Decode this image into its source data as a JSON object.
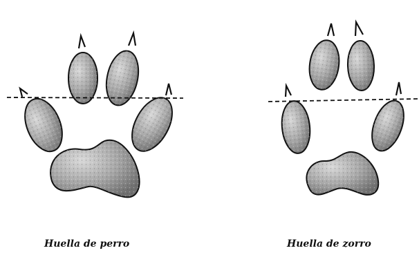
{
  "captions": {
    "dog": "Huella de perro",
    "fox": "Huella de zorro"
  },
  "colors": {
    "background": "#ffffff",
    "ink": "#111111",
    "pad_fill": "#8a8a8a",
    "pad_highlight": "#d9d9d9"
  },
  "prints": [
    {
      "id": "dog",
      "caption_key": "captions.dog"
    },
    {
      "id": "fox",
      "caption_key": "captions.fox"
    }
  ]
}
